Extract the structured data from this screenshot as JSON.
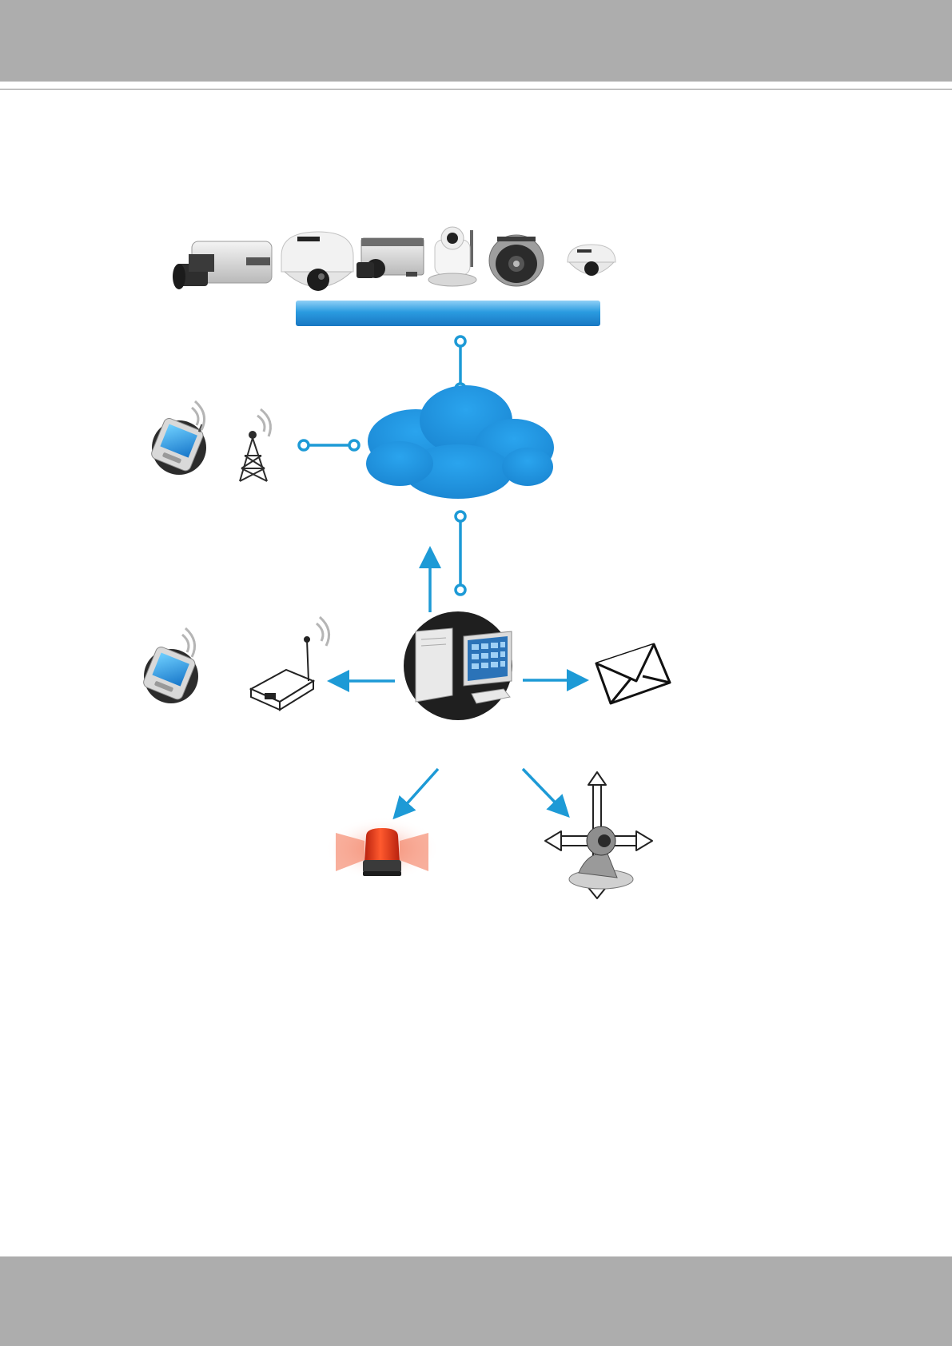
{
  "page": {
    "colors": {
      "band": "#adadad",
      "rule": "#8a8a8a",
      "connector": "#1d9ad6",
      "cloud": "#1e93d8",
      "network_bar": "#2a9be0",
      "beacon": "#e8351c"
    }
  },
  "diagram": {
    "nodes": [
      {
        "id": "box-camera",
        "icon": "box-camera-icon"
      },
      {
        "id": "dome-camera-large",
        "icon": "dome-camera-icon"
      },
      {
        "id": "box-camera-small",
        "icon": "box-camera-icon"
      },
      {
        "id": "ptz-camera",
        "icon": "ptz-camera-icon"
      },
      {
        "id": "dome-camera-silver",
        "icon": "dome-camera-icon"
      },
      {
        "id": "mini-dome-camera",
        "icon": "dome-camera-icon"
      },
      {
        "id": "network-bar",
        "icon": "network-bar"
      },
      {
        "id": "internet-cloud",
        "icon": "cloud-icon"
      },
      {
        "id": "pda-top",
        "icon": "pda-icon"
      },
      {
        "id": "cell-tower",
        "icon": "cell-tower-icon"
      },
      {
        "id": "pda-bottom",
        "icon": "pda-icon"
      },
      {
        "id": "gsm-modem",
        "icon": "modem-icon"
      },
      {
        "id": "workstation",
        "icon": "computer-icon"
      },
      {
        "id": "email",
        "icon": "envelope-icon"
      },
      {
        "id": "alarm-beacon",
        "icon": "alarm-light-icon"
      },
      {
        "id": "ptz-control",
        "icon": "pan-tilt-camera-icon"
      }
    ]
  }
}
